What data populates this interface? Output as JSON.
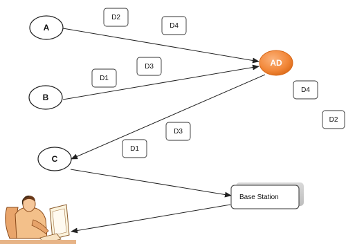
{
  "nodes": {
    "a": "A",
    "b": "B",
    "c": "C",
    "ad": "AD",
    "base_station": "Base Station"
  },
  "tags": {
    "top_d2": "D2",
    "top_d4": "D4",
    "mid_d3": "D3",
    "mid_d1": "D1",
    "right_d4": "D4",
    "right_d2": "D2",
    "low_d3": "D3",
    "low_d1": "D1"
  },
  "colors": {
    "ad_fill": "#f2883a",
    "line": "#222222",
    "tag_border": "#333333"
  },
  "icons": {
    "operator": "operator-at-workstation-icon"
  }
}
